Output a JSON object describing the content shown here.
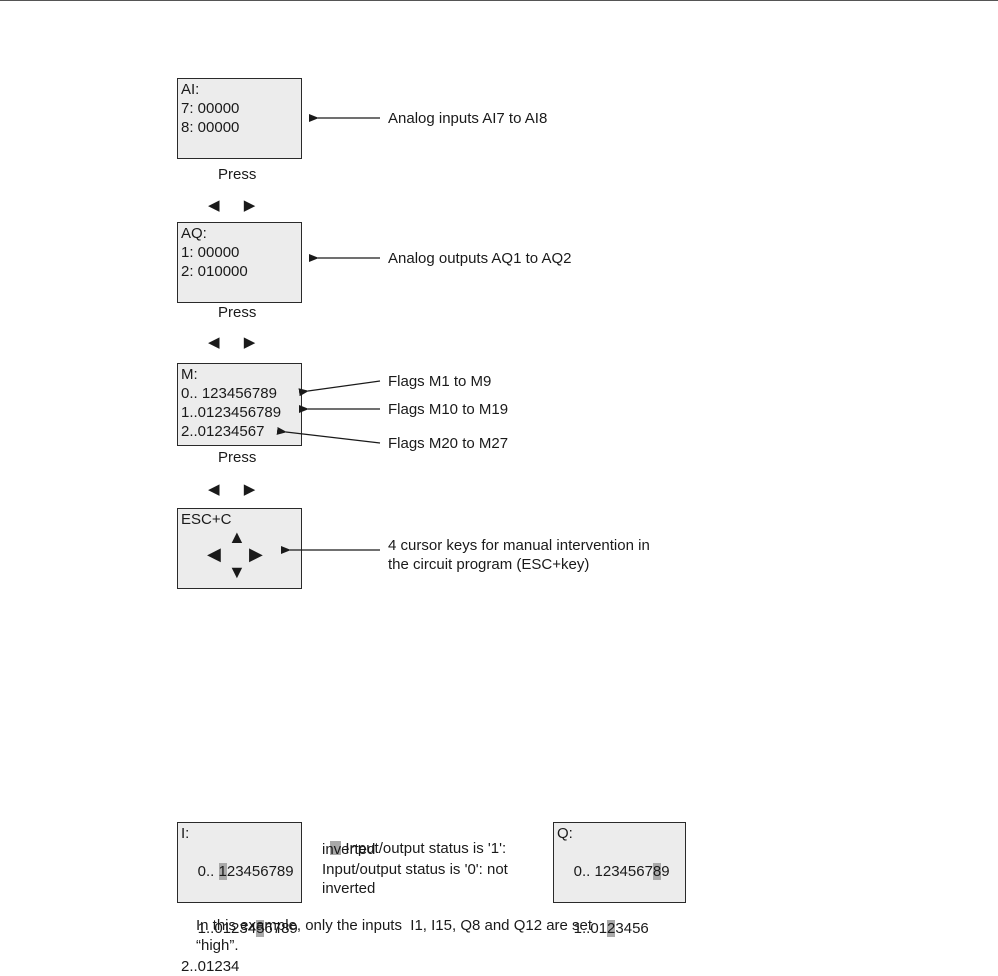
{
  "screens": {
    "ai": {
      "title": "AI:",
      "lines": [
        "7: 00000",
        "8: 00000"
      ]
    },
    "aq": {
      "title": "AQ:",
      "lines": [
        "1: 00000",
        "2: 010000"
      ]
    },
    "m": {
      "title": "M:",
      "lines": [
        "0.. 123456789",
        "1..0123456789",
        "2..01234567"
      ]
    },
    "esc": {
      "title": "ESC+C"
    },
    "i": {
      "title": "I:",
      "line0": {
        "pre": "0.. ",
        "hl": "1",
        "post": "23456789"
      },
      "line1": {
        "pre": "1..01234",
        "hl": "5",
        "post": "6789"
      },
      "line2": "2..01234"
    },
    "q": {
      "title": "Q:",
      "line0": {
        "pre": "0.. 1234567",
        "hl": "8",
        "post": "9"
      },
      "line1": {
        "pre": "1..01",
        "hl": "2",
        "post": "3456"
      }
    }
  },
  "labels": {
    "ai": "Analog inputs AI7 to AI8",
    "aq": "Analog outputs AQ1 to AQ2",
    "m1": "Flags M1 to M9",
    "m2": "Flags M10 to M19",
    "m3": "Flags M20 to M27",
    "cursor1": "4 cursor keys for manual intervention in",
    "cursor2": "the circuit program (ESC+key)"
  },
  "press": "Press",
  "nav": "◀ ▶",
  "keys": {
    "up": "▲",
    "left": "◀",
    "right": "▶",
    "down": "▼"
  },
  "legend": {
    "l1": "Input/output status is '1':",
    "l2": "inverted",
    "l3": "Input/output status is '0': not",
    "l4": "inverted"
  },
  "caption": {
    "l1": "In this example, only the inputs  I1, I15, Q8 and Q12 are set",
    "l2": "“high”."
  }
}
